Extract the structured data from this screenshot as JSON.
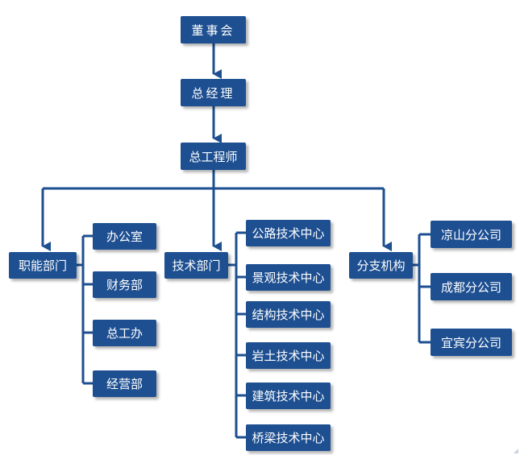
{
  "top": {
    "board": "董事会",
    "gm": "总经理",
    "chief_engineer": "总工程师"
  },
  "functional": {
    "title": "职能部门",
    "items": [
      "办公室",
      "财务部",
      "总工办",
      "经营部"
    ]
  },
  "technical": {
    "title": "技术部门",
    "items": [
      "公路技术中心",
      "景观技术中心",
      "结构技术中心",
      "岩土技术中心",
      "建筑技术中心",
      "桥梁技术中心"
    ]
  },
  "branches": {
    "title": "分支机构",
    "items": [
      "凉山分公司",
      "成都分公司",
      "宜宾分公司"
    ]
  },
  "colors": {
    "box": "#1d4f91",
    "line": "#1d4f91",
    "text": "#ffffff"
  }
}
